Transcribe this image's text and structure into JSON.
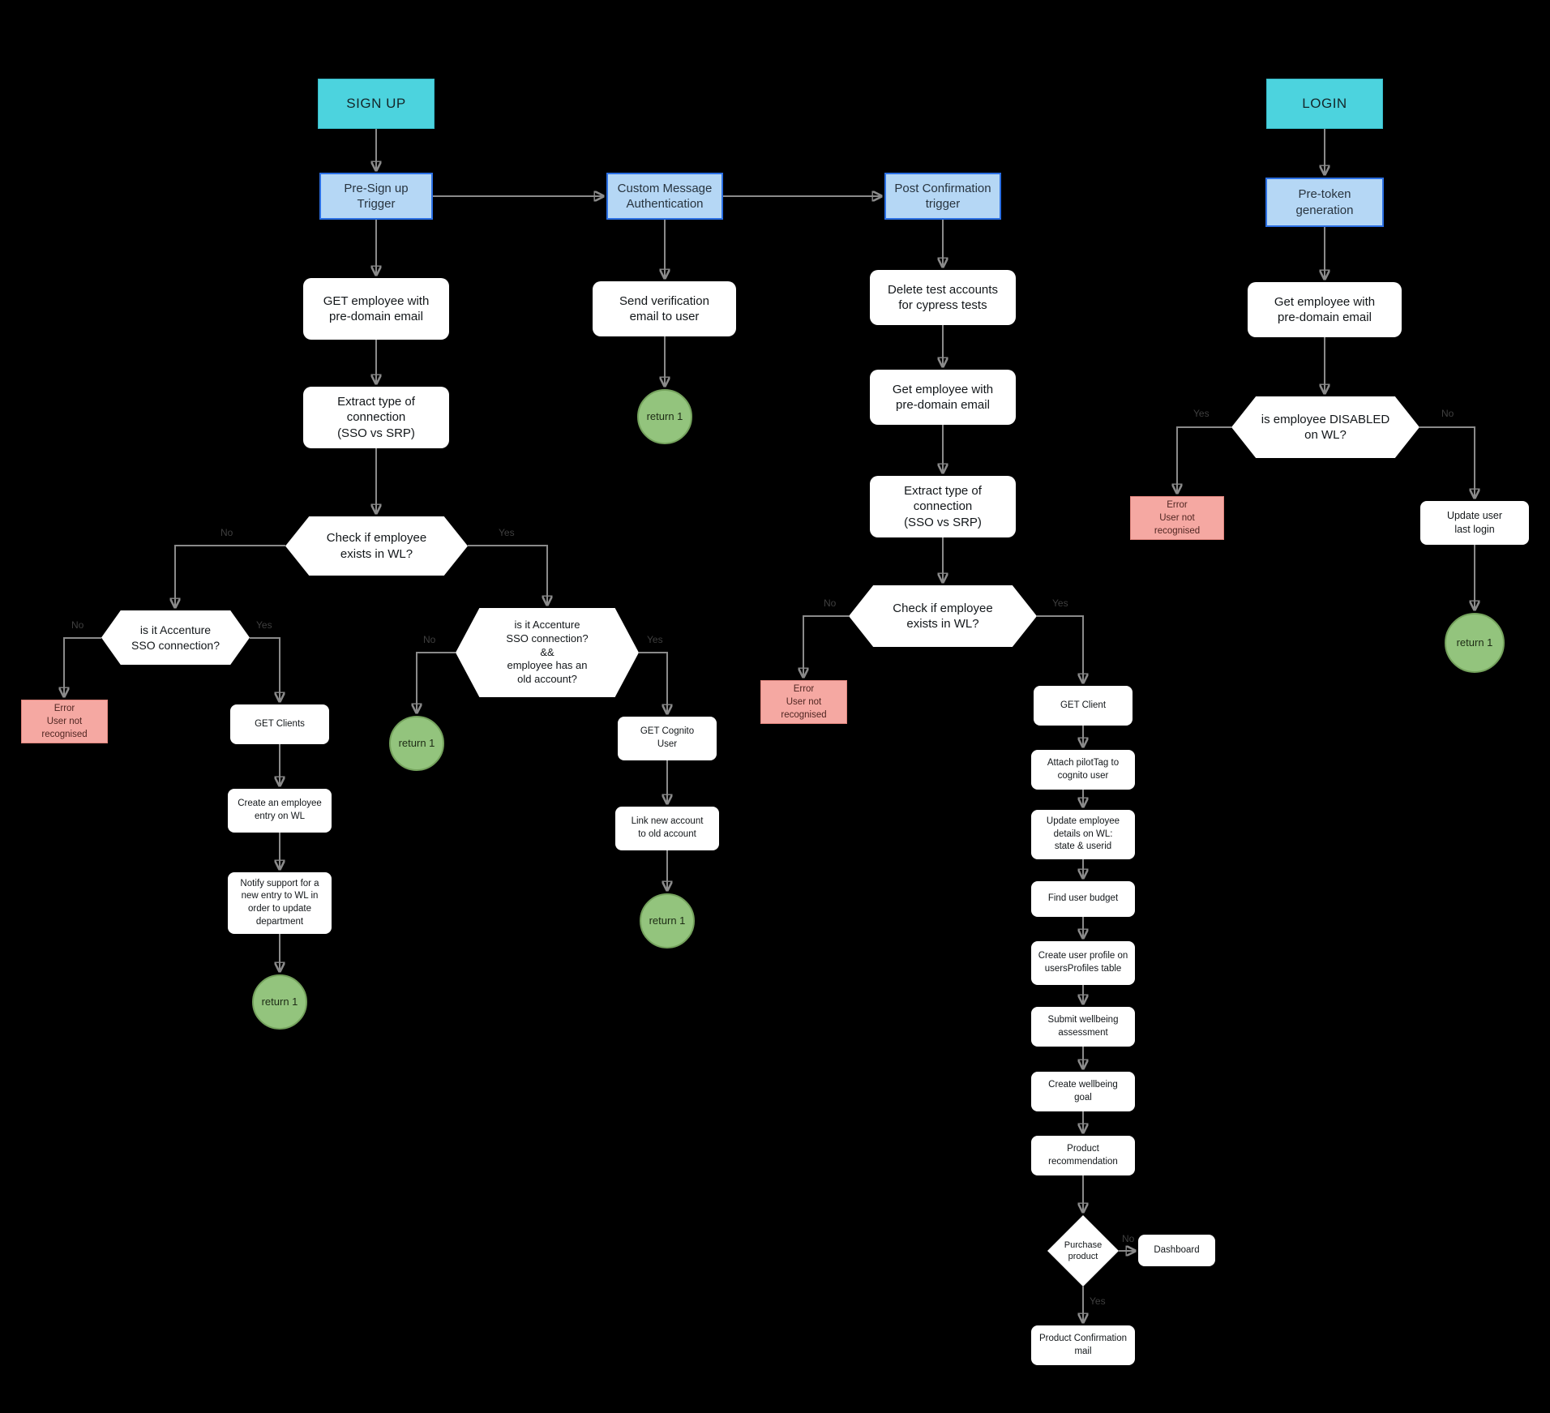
{
  "diagram": {
    "background": "#000000",
    "colors": {
      "terminal_fill": "#4cd3de",
      "trigger_fill": "#b5d7f5",
      "trigger_border": "#2b6fe3",
      "process_fill": "#ffffff",
      "error_fill": "#f5a8a2",
      "return_fill": "#93c47d",
      "arrow": "#8a8a8a"
    },
    "nodes": {
      "signup": "SIGN UP",
      "presignup_trigger": "Pre-Sign up\nTrigger",
      "get_employee_signup": "GET employee with\npre-domain email",
      "extract_connection_signup": "Extract type of\nconnection\n(SSO vs SRP)",
      "check_exists_signup": "Check if employee\nexists in WL?",
      "is_accenture_sso": "is it Accenture\nSSO connection?",
      "error_signup": "Error\nUser not\nrecognised",
      "get_clients": "GET Clients",
      "create_employee_entry": "Create an employee\nentry on WL",
      "notify_support": "Notify support for a\nnew entry to WL in\norder to update\ndepartment",
      "return_signup_a": "return 1",
      "is_accenture_sso_old": "is it Accenture\nSSO connection?\n&&\nemployee has an\nold account?",
      "return_signup_b": "return 1",
      "get_cognito_user": "GET Cognito\nUser",
      "link_new_account": "Link new account\nto old account",
      "return_signup_c": "return 1",
      "custom_message_auth": "Custom Message\nAuthentication",
      "send_verification": "Send verification\nemail to user",
      "return_custom_msg": "return 1",
      "post_confirmation": "Post Confirmation\ntrigger",
      "delete_test_accounts": "Delete test accounts\nfor cypress tests",
      "get_employee_post": "Get employee with\npre-domain email",
      "extract_connection_post": "Extract type of\nconnection\n(SSO vs SRP)",
      "check_exists_post": "Check if employee\nexists in WL?",
      "error_post": "Error\nUser not\nrecognised",
      "get_client": "GET Client",
      "attach_pilottag": "Attach pilotTag to\ncognito user",
      "update_employee_details": "Update employee\ndetails on WL:\nstate & userid",
      "find_user_budget": "Find user budget",
      "create_user_profile": "Create user profile on\nusersProfiles table",
      "submit_wellbeing": "Submit wellbeing\nassessment",
      "create_wellbeing_goal": "Create wellbeing\ngoal",
      "product_recommendation": "Product\nrecommendation",
      "purchase_product": "Purchase\nproduct",
      "dashboard": "Dashboard",
      "product_confirmation_mail": "Product Confirmation\nmail",
      "login": "LOGIN",
      "pretoken_generation": "Pre-token\ngeneration",
      "get_employee_login": "Get employee with\npre-domain email",
      "is_disabled": "is employee DISABLED\non WL?",
      "error_login": "Error\nUser not\nrecognised",
      "update_last_login": "Update user\nlast login",
      "return_login": "return 1"
    },
    "edge_labels": {
      "check_signup_no": "No",
      "check_signup_yes": "Yes",
      "sso_no": "No",
      "sso_yes": "Yes",
      "sso_old_no": "No",
      "sso_old_yes": "Yes",
      "check_post_no": "No",
      "check_post_yes": "Yes",
      "disabled_yes": "Yes",
      "disabled_no": "No",
      "purchase_no": "No",
      "purchase_yes": "Yes"
    }
  }
}
